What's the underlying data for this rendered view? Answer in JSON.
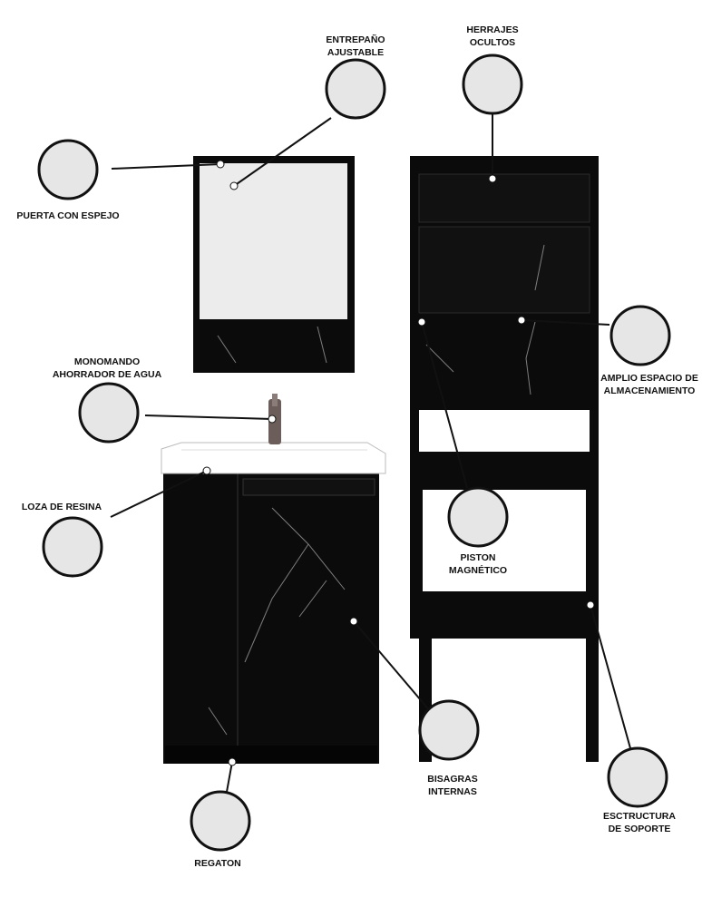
{
  "labels": {
    "entrepano": [
      "ENTREPAÑO",
      "AJUSTABLE"
    ],
    "herrajes": [
      "HERRAJES",
      "OCULTOS"
    ],
    "puerta": "PUERTA CON ESPEJO",
    "amplio": [
      "AMPLIO ESPACIO DE",
      "ALMACENAMIENTO"
    ],
    "monomando": [
      "MONOMANDO",
      "AHORRADOR DE AGUA"
    ],
    "loza": "LOZA DE RESINA",
    "piston": [
      "PISTON",
      "MAGNÉTICO"
    ],
    "bisagras": [
      "BISAGRAS",
      "INTERNAS"
    ],
    "soporte": [
      "ESCTRUCTURA",
      "DE SOPORTE"
    ],
    "regaton": "REGATON"
  },
  "colors": {
    "cabinet": "#0b0b0b",
    "mirror": "#ececec",
    "sink": "#ffffff"
  }
}
